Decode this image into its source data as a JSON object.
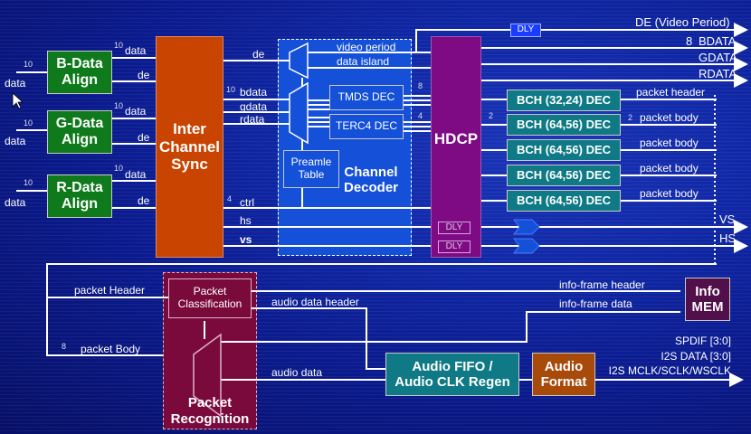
{
  "inputs": {
    "b": {
      "bus_width": "10",
      "label": "data"
    },
    "g": {
      "bus_width": "10",
      "label": "data"
    },
    "r": {
      "bus_width": "10",
      "label": "data"
    }
  },
  "align_blocks": {
    "b": {
      "line1": "B-Data",
      "line2": "Align",
      "out_data": "data",
      "out_width": "10",
      "out_de": "de"
    },
    "g": {
      "line1": "G-Data",
      "line2": "Align",
      "out_data": "data",
      "out_width": "10",
      "out_de": "de"
    },
    "r": {
      "line1": "R-Data",
      "line2": "Align",
      "out_data": "data",
      "out_width": "10",
      "out_de": "de"
    }
  },
  "inter_channel_sync": {
    "line1": "Inter",
    "line2": "Channel",
    "line3": "Sync"
  },
  "sync_outputs": {
    "de": "de",
    "bdata": "bdata",
    "bdata_width": "10",
    "gdata": "gdata",
    "rdata": "rdata",
    "ctrl": "ctrl",
    "ctrl_width": "4",
    "hs": "hs",
    "vs": "vs"
  },
  "channel_decoder": {
    "title_line1": "Channel",
    "title_line2": "Decoder",
    "video_period": "video period",
    "data_island": "data island",
    "tmds_dec": "TMDS DEC",
    "terc4_dec": "TERC4 DEC",
    "preamble_line1": "Preamle",
    "preamble_line2": "Table",
    "tmds_width": "8",
    "terc4_width": "4"
  },
  "hdcp": {
    "label": "HDCP",
    "dly1": "DLY",
    "dly2": "DLY",
    "bch_width": "2"
  },
  "de_delay": "DLY",
  "outputs": {
    "de": "DE (Video Period)",
    "bdata_width": "8",
    "bdata": "BDATA",
    "gdata": "GDATA",
    "rdata": "RDATA",
    "vs": "VS",
    "hs": "HS"
  },
  "bch_decoders": [
    {
      "label": "BCH (32,24) DEC",
      "out": "packet header",
      "width": ""
    },
    {
      "label": "BCH (64,56) DEC",
      "out": "packet body",
      "width": "2"
    },
    {
      "label": "BCH (64,56) DEC",
      "out": "packet body",
      "width": ""
    },
    {
      "label": "BCH (64,56) DEC",
      "out": "packet body",
      "width": ""
    },
    {
      "label": "BCH (64,56) DEC",
      "out": "packet body",
      "width": ""
    }
  ],
  "packet_recognition": {
    "title_line1": "Packet",
    "title_line2": "Recognition",
    "classification_line1": "Packet",
    "classification_line2": "Classification",
    "in_header": "packet Header",
    "in_body": "packet Body",
    "body_width": "8",
    "audio_data_header": "audio data header",
    "audio_data": "audio data"
  },
  "info_mem": {
    "line1": "Info",
    "line2": "MEM",
    "header": "info-frame header",
    "data": "info-frame data"
  },
  "audio_fifo": {
    "line1": "Audio FIFO /",
    "line2": "Audio CLK Regen"
  },
  "audio_format": {
    "line1": "Audio",
    "line2": "Format"
  },
  "audio_outputs": {
    "spdif": "SPDIF [3:0]",
    "i2s_data": "I2S DATA [3:0]",
    "i2s_clk": "I2S MCLK/SCLK/WSCLK"
  },
  "colors": {
    "green": "#0f7a1c",
    "orange": "#c84400",
    "purple": "#7e0a84",
    "teal": "#0f7a86",
    "maroon": "#7a0a3c",
    "decoder_blue": "#1450d8",
    "background": "#0c1590"
  }
}
